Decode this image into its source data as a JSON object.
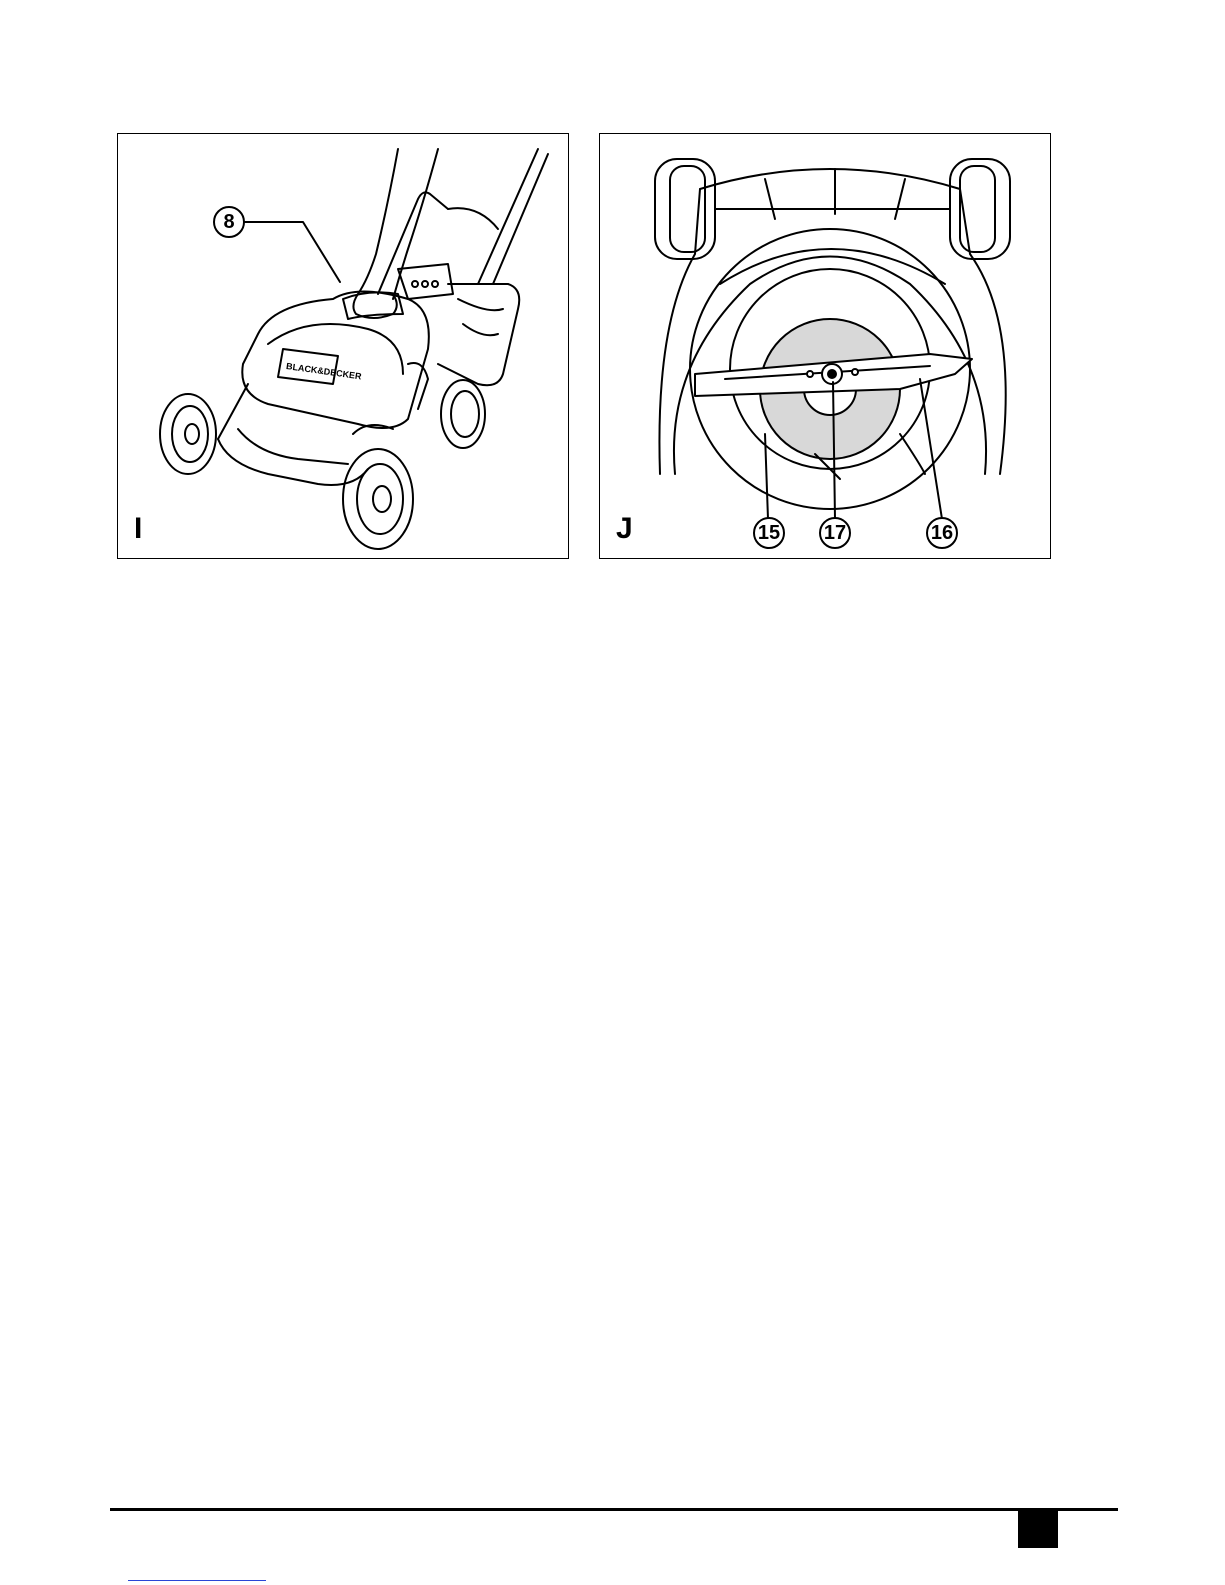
{
  "figures": [
    {
      "letter": "I",
      "callouts": [
        "8"
      ],
      "logo_text": "BLACK & DECKER"
    },
    {
      "letter": "J",
      "callouts": [
        "15",
        "17",
        "16"
      ]
    }
  ],
  "colors": {
    "line": "#000000",
    "blade_fill": "#ffffff",
    "disc_fill": "#d8d8d8",
    "link": "#2a46d6"
  }
}
